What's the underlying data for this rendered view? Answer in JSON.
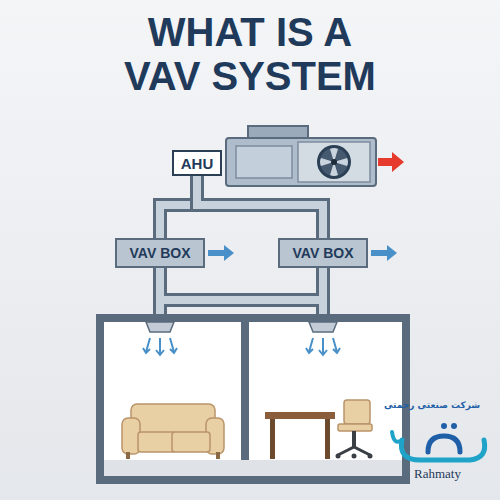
{
  "diagram": {
    "title": "WHAT IS A VAV SYSTEM",
    "nodes": [
      {
        "text": [
          "AHU"
        ]
      },
      {
        "text": [
          "VAV BOX"
        ]
      },
      {
        "text": [
          "VAV BOX"
        ]
      }
    ],
    "edges": [
      {
        "from": 0,
        "to": 1,
        "arrow": "none"
      },
      {
        "from": 0,
        "to": 2,
        "arrow": "none"
      }
    ],
    "labels": [
      "شرکت صنعتی رحمتی",
      "Rahmaty"
    ]
  }
}
